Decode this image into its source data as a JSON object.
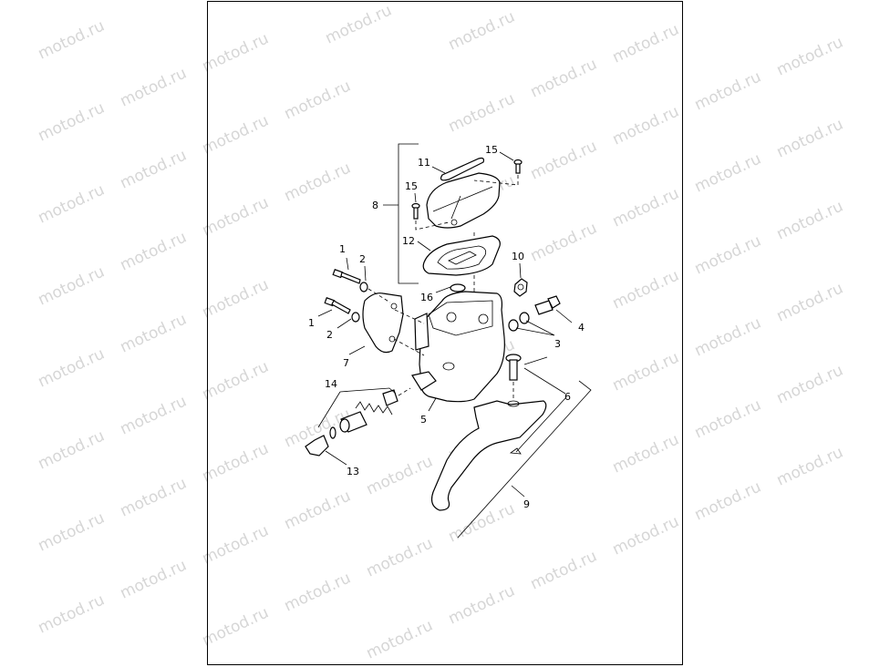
{
  "watermark": "motod.ru",
  "callouts": {
    "c1a": "1",
    "c1b": "1",
    "c2a": "2",
    "c2b": "2",
    "c3": "3",
    "c4": "4",
    "c5": "5",
    "c6": "6",
    "c7": "7",
    "c8": "8",
    "c9": "9",
    "c10": "10",
    "c11": "11",
    "c12": "12",
    "c13": "13",
    "c14": "14",
    "c15a": "15",
    "c15b": "15",
    "c16": "16"
  }
}
